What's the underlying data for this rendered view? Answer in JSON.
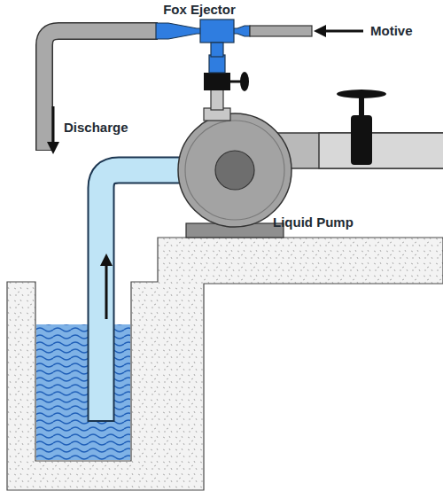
{
  "diagram": {
    "labels": [
      "Fox Ejector",
      "Motive",
      "Discharge",
      "Liquid Pump"
    ]
  }
}
